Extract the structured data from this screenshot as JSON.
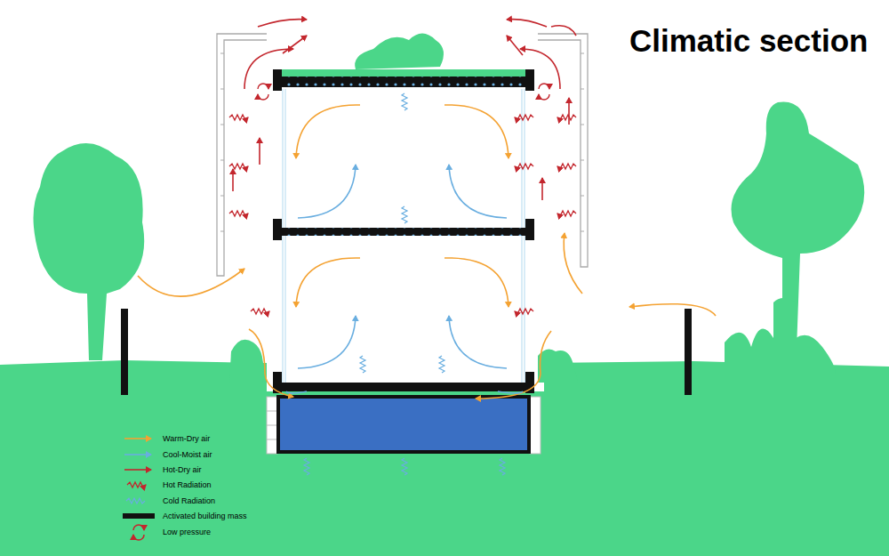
{
  "diagram": {
    "title": "Climatic section",
    "legend": [
      {
        "text": "Warm-Dry air"
      },
      {
        "text": "Cool-Moist air"
      },
      {
        "text": "Hot-Dry air"
      },
      {
        "text": "Hot Radiation"
      },
      {
        "text": "Cold Radiation"
      },
      {
        "text": "Activated building mass"
      },
      {
        "text": "Low pressure"
      }
    ]
  }
}
